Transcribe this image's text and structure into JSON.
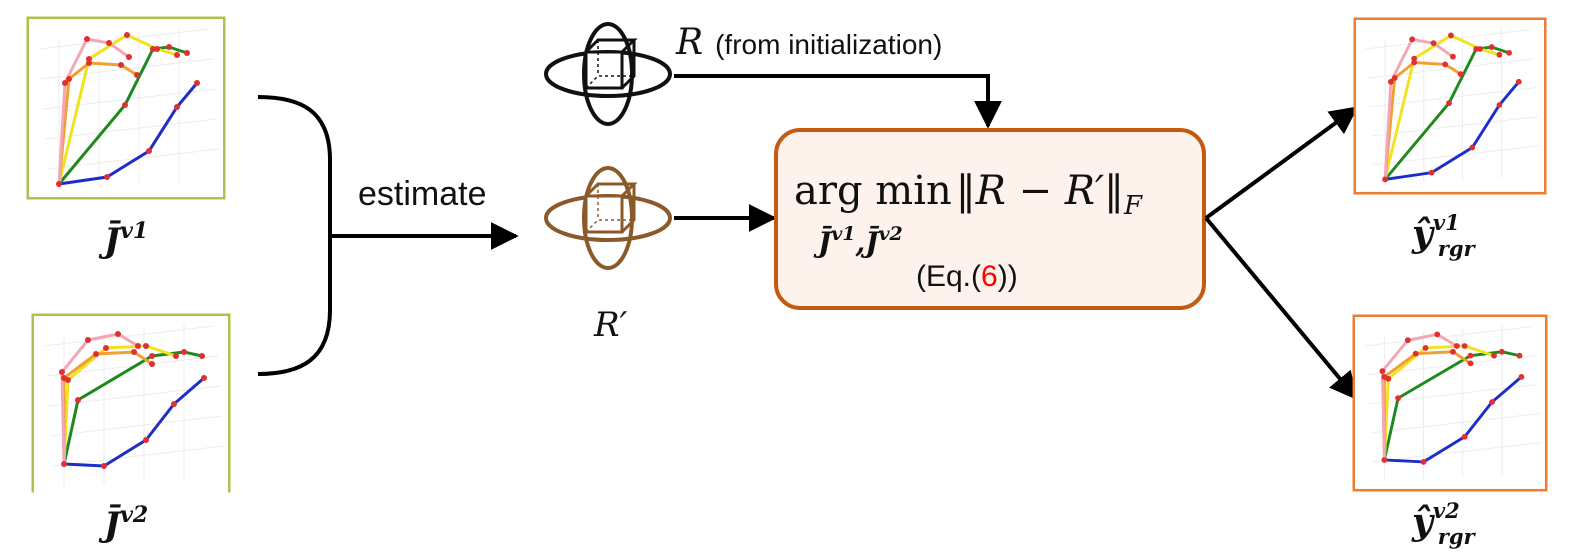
{
  "inputs": {
    "view1_label": {
      "base": "J̄",
      "sup": "v1"
    },
    "view2_label": {
      "base": "J̄",
      "sup": "v2"
    }
  },
  "estimate_label": "estimate",
  "rotation_init": {
    "symbol": "R",
    "note": "(from initialization)"
  },
  "rotation_est": {
    "symbol": "R′"
  },
  "objective": {
    "operator": "arg min",
    "norm_body": "‖R − R′‖",
    "norm_sub": "F",
    "vars": {
      "base1": "J̄",
      "sup1": "v1",
      "sep": ",",
      "base2": "J̄",
      "sup2": "v2"
    },
    "ref_prefix": "(Eq.(",
    "ref_number": "6",
    "ref_suffix": "))"
  },
  "outputs": {
    "out1_label": {
      "base": "ŷ",
      "sup": "v1",
      "sub": "rgr"
    },
    "out2_label": {
      "base": "ŷ",
      "sup": "v2",
      "sub": "rgr"
    }
  },
  "colors": {
    "input_frame": "#a9c44c",
    "output_frame": "#ed7d31",
    "box_border": "#c55a11",
    "box_fill": "#fdf3ec",
    "est_cube": "#8b5a2b",
    "ref_number": "#ff0000",
    "thumb": "#b4b4b4",
    "thumb_grid": "#e8e8e8",
    "joint": "#e03030",
    "finger_thumb": "#1d2ec8",
    "finger_index": "#1c8a1c",
    "finger_middle": "#f0e21e",
    "finger_ring": "#f0a030",
    "finger_pinky": "#f4a6b4"
  }
}
